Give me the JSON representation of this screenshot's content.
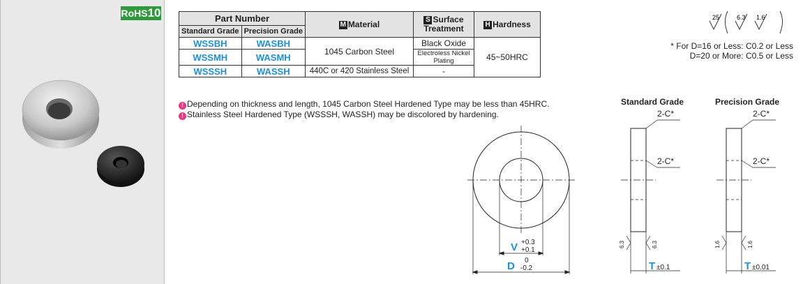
{
  "badge": {
    "prefix": "RoHS",
    "number": "10"
  },
  "table": {
    "header_part_number": "Part Number",
    "header_standard": "Standard Grade",
    "header_precision": "Precision Grade",
    "material": {
      "letter": "M",
      "label": "Material"
    },
    "surface": {
      "letter": "S",
      "label_line1": "Surface",
      "label_line2": "Treatment"
    },
    "hardness": {
      "letter": "H",
      "label": "Hardness"
    },
    "rows": [
      {
        "standard": "WSSBH",
        "precision": "WASBH",
        "material": "1045 Carbon Steel",
        "surface": "Black Oxide",
        "hardness": "45~50HRC"
      },
      {
        "standard": "WSSMH",
        "precision": "WASMH",
        "material": "",
        "surface": "Electroless Nickel Plating",
        "hardness": ""
      },
      {
        "standard": "WSSSH",
        "precision": "WASSH",
        "material": "440C or 420 Stainless Steel",
        "surface": "-",
        "hardness": ""
      }
    ]
  },
  "notes": [
    "Depending on thickness and length, 1045 Carbon Steel Hardened Type may be less than 45HRC.",
    "Stainless Steel Hardened Type (WSSSH, WASSH) may be discolored by hardening."
  ],
  "surface_finish": {
    "main": "25",
    "alt1": "6.3",
    "alt2": "1.6"
  },
  "chamfer_note": {
    "line1": "* For D=16 or Less: C0.2 or Less",
    "line2": "D=20 or More: C0.5 or Less"
  },
  "drawing": {
    "standard_grade": "Standard Grade",
    "precision_grade": "Precision Grade",
    "chamfer_label": "2-C*",
    "v_label": "V",
    "v_tol_upper": "+0.3",
    "v_tol_lower": "+0.1",
    "d_label": "D",
    "d_tol_upper": "0",
    "d_tol_lower": "-0.2",
    "t_label": "T",
    "t_tol_standard": "±0.1",
    "t_tol_precision": "±0.01",
    "rough_standard": "6.3",
    "rough_precision": "1.6",
    "accent_color": "#1e90d6"
  }
}
